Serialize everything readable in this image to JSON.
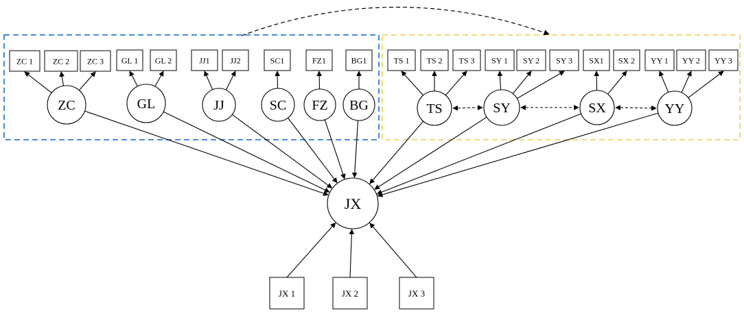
{
  "groups": {
    "left": {
      "color": "#2f7bd4"
    },
    "right": {
      "color": "#f2d36b"
    }
  },
  "latent_left": [
    {
      "id": "ZC",
      "label": "ZC",
      "indicators": [
        "ZC 1",
        "ZC 2",
        "ZC 3"
      ]
    },
    {
      "id": "GL",
      "label": "GL",
      "indicators": [
        "GL 1",
        "GL 2"
      ]
    },
    {
      "id": "JJ",
      "label": "JJ",
      "indicators": [
        "JJ1",
        "JJ2"
      ]
    },
    {
      "id": "SC",
      "label": "SC",
      "indicators": [
        "SC1"
      ]
    },
    {
      "id": "FZ",
      "label": "FZ",
      "indicators": [
        "FZ1"
      ]
    },
    {
      "id": "BG",
      "label": "BG",
      "indicators": [
        "BG1"
      ]
    }
  ],
  "latent_right": [
    {
      "id": "TS",
      "label": "TS",
      "indicators": [
        "TS 1",
        "TS 2",
        "TS 3"
      ]
    },
    {
      "id": "SY",
      "label": "SY",
      "indicators": [
        "SY 1",
        "SY 2",
        "SY 3"
      ]
    },
    {
      "id": "SX",
      "label": "SX",
      "indicators": [
        "SX1",
        "SX 2"
      ]
    },
    {
      "id": "YY",
      "label": "YY",
      "indicators": [
        "YY 1",
        "YY 2",
        "YY 3"
      ]
    }
  ],
  "target": {
    "id": "JX",
    "label": "JX",
    "indicators": [
      "JX 1",
      "JX 2",
      "JX 3"
    ]
  },
  "correlations": [
    [
      "TS",
      "SY"
    ],
    [
      "SY",
      "SX"
    ],
    [
      "SX",
      "YY"
    ]
  ],
  "group_link": {
    "from": "left",
    "to": "right",
    "style": "dashed"
  }
}
